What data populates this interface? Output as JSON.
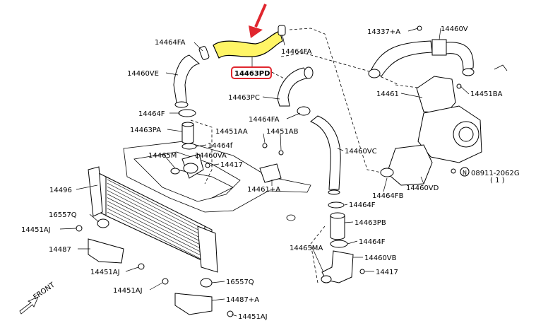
{
  "labels": {
    "l14464FA_a": "14464FA",
    "l14460VE": "14460VE",
    "l14464FA_b": "14464FA",
    "l14463PD": "14463PD",
    "l14337A": "14337+A",
    "l14460V": "14460V",
    "l14461": "14461",
    "l14451BA": "14451BA",
    "l14463PC": "14463PC",
    "l14464F_a": "14464F",
    "l14464FA_c": "14464FA",
    "l14463PA": "14463PA",
    "l14451AA": "14451AA",
    "l14451AB": "14451AB",
    "l14464f_small": "14464f",
    "l14465M": "14465M",
    "l14460VA": "14460VA",
    "l14417_a": "14417",
    "l14460VC": "14460VC",
    "l14496": "14496",
    "l14461A": "14461+A",
    "l08911": "08911-2062G",
    "l08911sub": "( 1 )",
    "l14464FB": "14464FB",
    "l14460VD": "14460VD",
    "l14464F_b": "14464F",
    "l16557Q_a": "16557Q",
    "l14451AJ_a": "14451AJ",
    "l14463PB": "14463PB",
    "l14464F_c": "14464F",
    "l14487": "14487",
    "l14465MA": "14465MA",
    "l14460VB": "14460VB",
    "l14417_b": "14417",
    "l14451AJ_b": "14451AJ",
    "l16557Q_b": "16557Q",
    "l14451AJ_c": "14451AJ",
    "l14487A": "14487+A",
    "l14451AJ_d": "14451AJ",
    "front": "FRONT",
    "nut_symbol": "N"
  },
  "colors": {
    "highlight_fill": "#fff566",
    "highlight_box": "#e0262e",
    "arrow": "#e0262e",
    "line": "#000000"
  }
}
